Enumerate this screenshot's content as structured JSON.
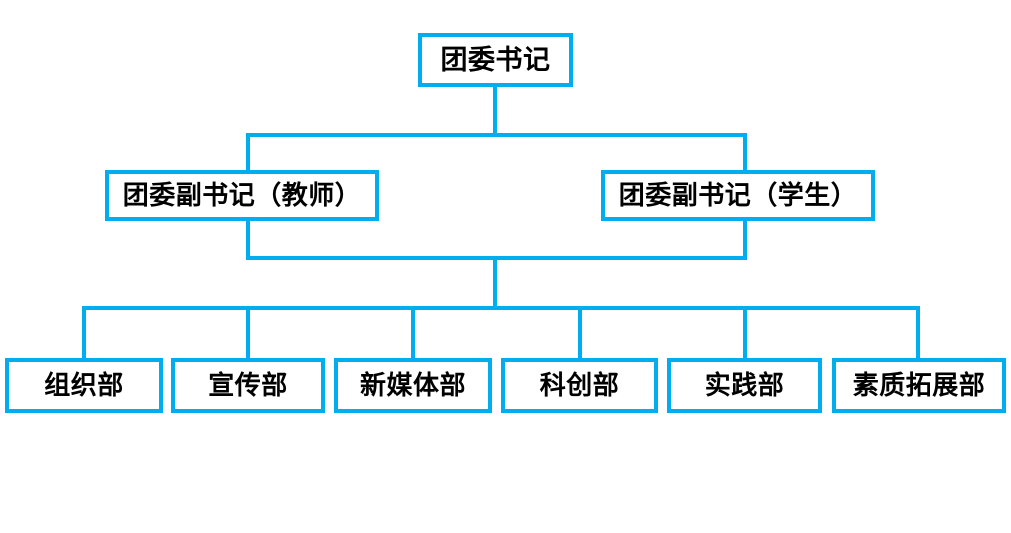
{
  "chart": {
    "type": "organization-chart",
    "accent_color": "#00ADEF",
    "text_color": "#000000",
    "background_color": "#FFFFFF",
    "levels": [
      {
        "level": 1,
        "nodes": [
          {
            "id": "root",
            "label": "团委书记"
          }
        ]
      },
      {
        "level": 2,
        "nodes": [
          {
            "id": "deputy-teacher",
            "label": "团委副书记（教师）"
          },
          {
            "id": "deputy-student",
            "label": "团委副书记（学生）"
          }
        ]
      },
      {
        "level": 3,
        "nodes": [
          {
            "id": "dept-0",
            "label": "组织部"
          },
          {
            "id": "dept-1",
            "label": "宣传部"
          },
          {
            "id": "dept-2",
            "label": "新媒体部"
          },
          {
            "id": "dept-3",
            "label": "科创部"
          },
          {
            "id": "dept-4",
            "label": "实践部"
          },
          {
            "id": "dept-5",
            "label": "素质拓展部"
          }
        ]
      }
    ]
  }
}
